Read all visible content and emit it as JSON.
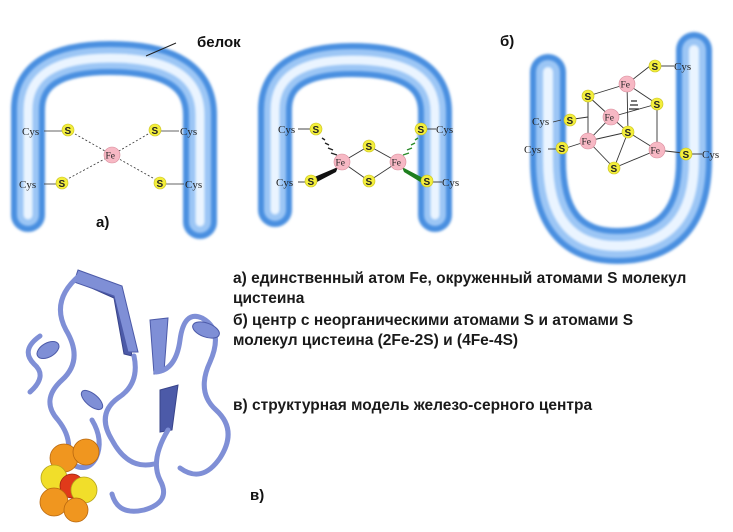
{
  "labels": {
    "protein": "белок",
    "panel_a": "а)",
    "panel_b": "б)",
    "panel_v": "в)",
    "cys": "Cys",
    "s": "S",
    "fe": "Fe"
  },
  "captions": {
    "line_a1": "а) единственный атом Fe, окруженный атомами S молекул",
    "line_a2": "цистеина",
    "line_b1": "б) центр с неорганическими атомами S и атомами S",
    "line_b2": "молекул цистеина (2Fe-2S) и (4Fe-4S)",
    "line_v": "в) структурная модель железо-серного центра"
  },
  "colors": {
    "tube_outer": "#4a8fe0",
    "tube_inner": "#eaf4ff",
    "sulfur": "#f3ee3c",
    "iron": "#f7b8c4",
    "ribbon": "#7f8fd6",
    "sphere_orange": "#f0961f",
    "sphere_yellow": "#f1de2a",
    "sphere_red": "#e03a1a"
  }
}
